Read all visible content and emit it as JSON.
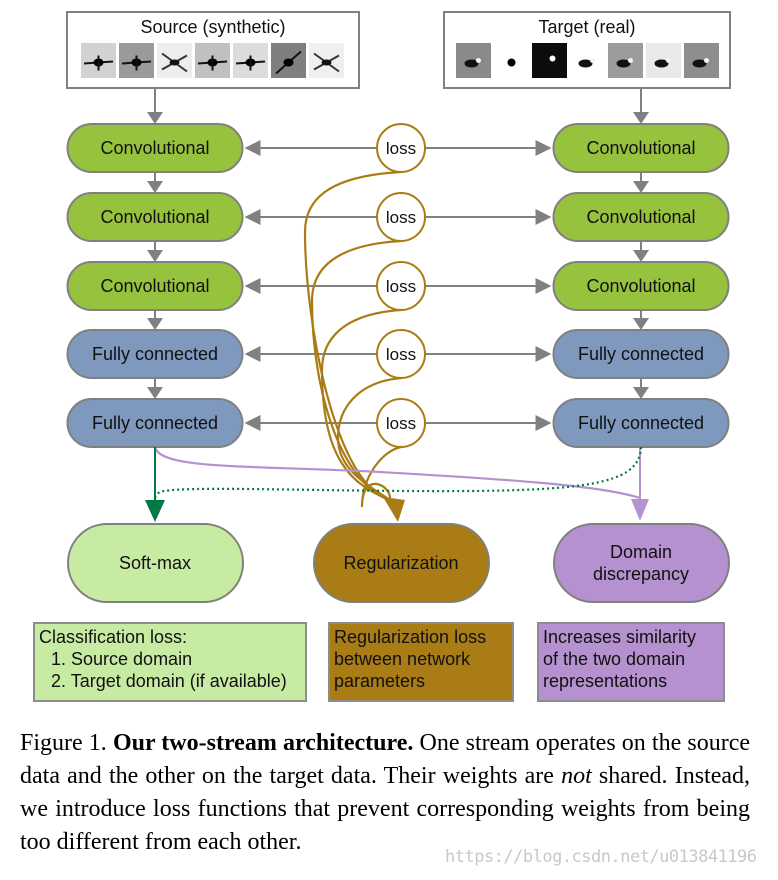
{
  "colors": {
    "conv_fill": "#97c23d",
    "fc_fill": "#7f99be",
    "softmax_fill": "#c7eba3",
    "regularization_fill": "#a97c15",
    "domain_fill": "#b591cf",
    "node_border": "#808080",
    "arrow_gray": "#808080",
    "loss_ring": "#a97c15",
    "softmax_arrow": "#007a45",
    "domain_arrow": "#b591cf"
  },
  "source": {
    "title": "Source (synthetic)",
    "thumbnails": [
      {
        "bg": "#d2d2d2",
        "shape": "plane"
      },
      {
        "bg": "#9a9a9a",
        "shape": "plane"
      },
      {
        "bg": "#ededed",
        "shape": "cross"
      },
      {
        "bg": "#c0c0c0",
        "shape": "plane"
      },
      {
        "bg": "#dcdcdc",
        "shape": "plane"
      },
      {
        "bg": "#7f7f7f",
        "shape": "diagonal"
      },
      {
        "bg": "#efefef",
        "shape": "cross"
      }
    ]
  },
  "target": {
    "title": "Target (real)",
    "thumbnails": [
      {
        "bg": "#8a8a8a",
        "shape": "blob"
      },
      {
        "bg": "#ffffff",
        "shape": "dot"
      },
      {
        "bg": "#0c0c0c",
        "shape": "bright"
      },
      {
        "bg": "#ffffff",
        "shape": "blob"
      },
      {
        "bg": "#9c9c9c",
        "shape": "blob"
      },
      {
        "bg": "#e9e9e9",
        "shape": "blob"
      },
      {
        "bg": "#8e8e8e",
        "shape": "blob"
      }
    ]
  },
  "layers": [
    {
      "label": "Convolutional",
      "type": "conv"
    },
    {
      "label": "Convolutional",
      "type": "conv"
    },
    {
      "label": "Convolutional",
      "type": "conv"
    },
    {
      "label": "Fully connected",
      "type": "fc"
    },
    {
      "label": "Fully connected",
      "type": "fc"
    }
  ],
  "loss_label": "loss",
  "outputs": {
    "softmax": "Soft-max",
    "regularization": "Regularization",
    "domain_line1": "Domain",
    "domain_line2": "discrepancy"
  },
  "descriptions": {
    "softmax": {
      "title": "Classification loss:",
      "items": [
        "1. Source domain",
        "2. Target domain (if available)"
      ]
    },
    "regularization": [
      "Regularization loss",
      "between network",
      "parameters"
    ],
    "domain": [
      "Increases similarity",
      "of the two domain",
      "representations"
    ]
  },
  "caption": {
    "label": "Figure 1.",
    "bold": "Our two-stream architecture.",
    "part1": "One stream operates on the source data and the other on the target data. Their weights are",
    "italic": "not",
    "part2": "shared. Instead, we introduce loss functions that prevent corresponding weights from being too different from each other."
  },
  "watermark": "https://blog.csdn.net/u013841196"
}
